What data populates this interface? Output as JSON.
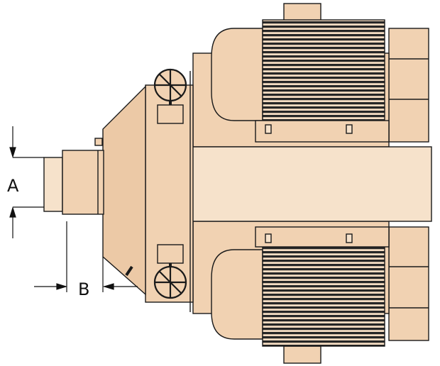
{
  "dimensions": {
    "a_label": "A",
    "b_label": "B"
  },
  "colors": {
    "body": "#f1d2b2",
    "body_light": "#f6e2cb",
    "body_shade": "#e6c29f",
    "outline": "#1a1a1a",
    "motor_fins": "#2a2a2a"
  },
  "parts": {
    "handwheels": 2,
    "motors": 2
  }
}
